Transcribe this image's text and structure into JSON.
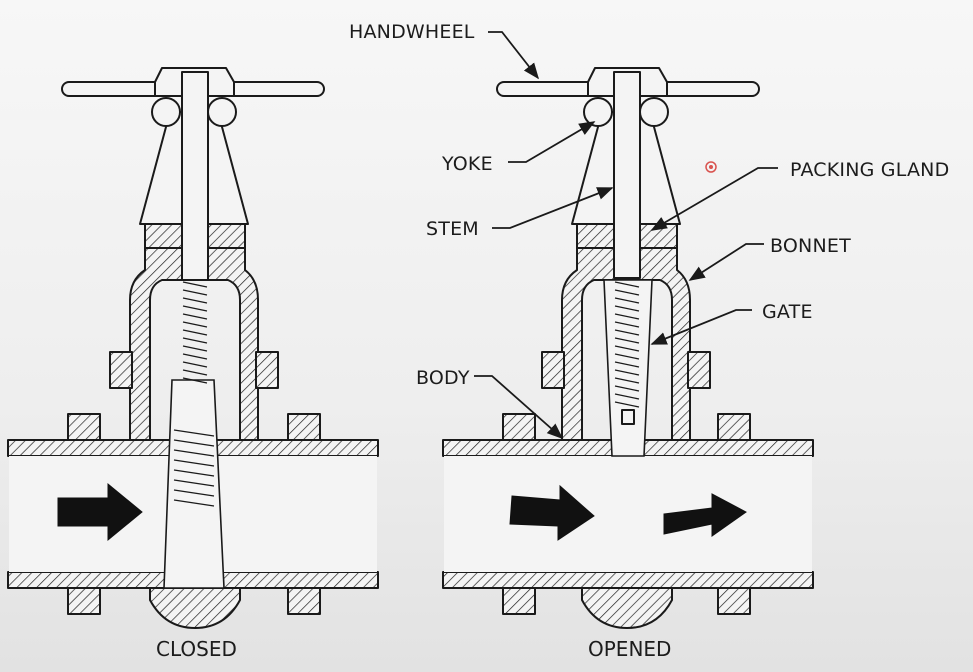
{
  "labels": {
    "handwheel": "HANDWHEEL",
    "yoke": "YOKE",
    "stem": "STEM",
    "packing_gland": "PACKING GLAND",
    "bonnet": "BONNET",
    "gate": "GATE",
    "body": "BODY"
  },
  "captions": {
    "closed": "CLOSED",
    "opened": "OPENED"
  },
  "colors": {
    "line": "#1a1a1a",
    "background": "#f4f4f4",
    "cursor_marker": "#d9534f"
  }
}
